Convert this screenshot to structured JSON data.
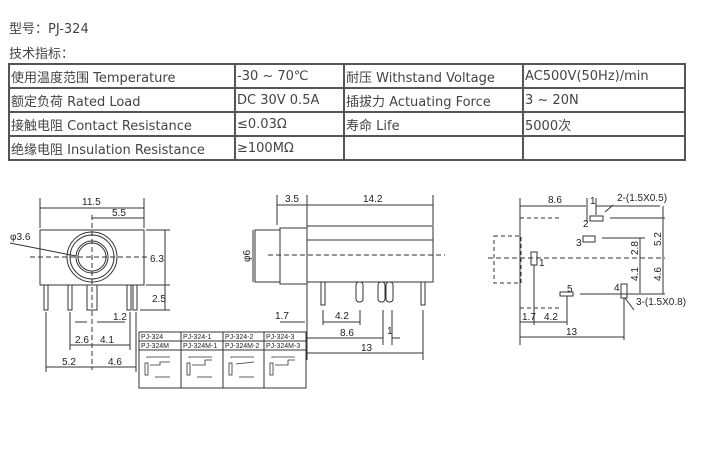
{
  "model_label": "型号：PJ-324",
  "spec_heading": "技术指标：",
  "specs": [
    [
      "使用温度范围 Temperature",
      "-30 ~ 70℃",
      "耐压 Withstand Voltage",
      "AC500V(50Hz)/min"
    ],
    [
      "额定负荷 Rated Load",
      "DC 30V 0.5A",
      "插拔力 Actuating Force",
      "3 ~ 20N"
    ],
    [
      "接触电阻 Contact Resistance",
      "≤0.03Ω",
      "寿命 Life",
      "5000次"
    ],
    [
      "绝缘电阻 Insulation Resistance",
      "≥100MΩ",
      "",
      ""
    ]
  ],
  "front_view": {
    "w": "11.5",
    "half": "5.5",
    "dia": "φ3.6",
    "h": "6.3",
    "pin": "2.5",
    "d1": "1.2",
    "d2": "2.6",
    "d3": "4.1",
    "d4": "5.2",
    "d5": "4.6"
  },
  "side_view": {
    "cap": "3.5",
    "body": "14.2",
    "dia": "φ6",
    "d1": "1.7",
    "d2": "4.2",
    "d3": "8.6",
    "d4": "1",
    "d5": "13"
  },
  "bottom_view": {
    "top": "8.6",
    "slot1": "2-(1.5X0.5)",
    "h1": "5.2",
    "h2": "2.8",
    "h3": "4.1",
    "h4": "4.6",
    "b1": "1.7",
    "b2": "4.2",
    "b3": "13",
    "slot2": "3-(1.5X0.8)",
    "one": "1",
    "pins": [
      "1",
      "2",
      "3",
      "4",
      "5"
    ]
  },
  "variants": {
    "row1": [
      "PJ-324",
      "PJ-324-1",
      "PJ-324-2",
      "PJ-324-3"
    ],
    "row2": [
      "PJ-324M",
      "PJ-324M-1",
      "PJ-324M-2",
      "PJ-324M-3"
    ]
  }
}
